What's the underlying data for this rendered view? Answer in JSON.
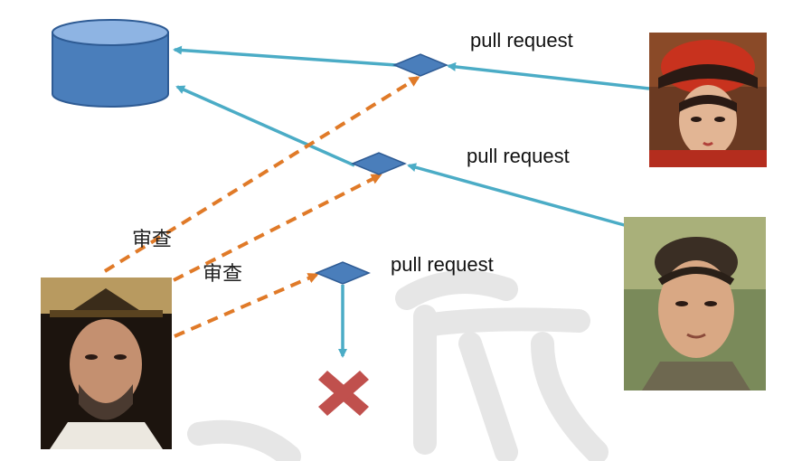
{
  "labels": {
    "pr_top": "pull request",
    "pr_middle": "pull request",
    "pr_bottom": "pull request",
    "review_a": "审查",
    "review_b": "审查"
  },
  "watermark": "派",
  "colors": {
    "repo_fill": "#4a7ebb",
    "repo_stroke": "#2e5b94",
    "flow_line": "#4bacc6",
    "review_line": "#e07a28",
    "reject_mark": "#c0504d",
    "watermark": "#e6e6e6"
  },
  "icons": {
    "repository": "database-cylinder",
    "merge_point": "diamond",
    "rejected": "x-mark"
  },
  "people": [
    {
      "name": "contributor-woman-red-hat"
    },
    {
      "name": "contributor-young-man"
    },
    {
      "name": "reviewer-bearded-official"
    }
  ]
}
